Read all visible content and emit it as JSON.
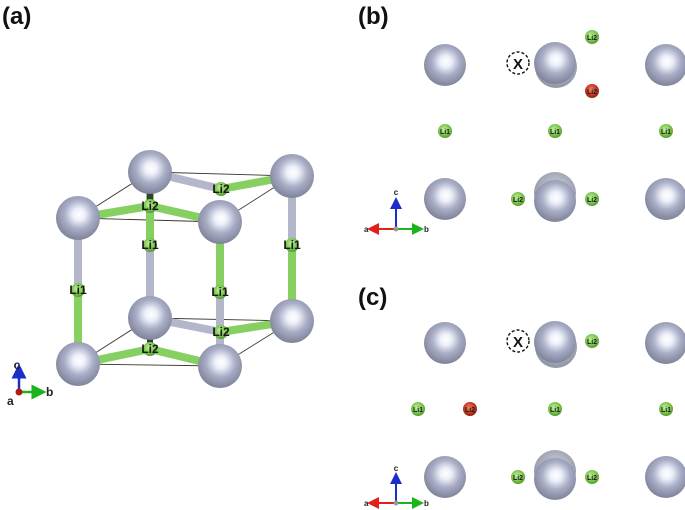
{
  "colors": {
    "host_atom": "#aab0c8",
    "li_atom": "#7ec94f",
    "li_highlight": "#c93a22",
    "bond_grey": "#b3b7c9",
    "bond_green": "#86d062",
    "axis_a": "#e0201a",
    "axis_b": "#1bb51b",
    "axis_c": "#1a2ec8"
  },
  "panels": {
    "a": {
      "label": "(a)",
      "site_labels": {
        "li1_left": "Li1",
        "li1_mid": "Li1",
        "li1_front": "Li1",
        "li1_right": "Li1",
        "li2_top_back": "Li2",
        "li2_top_front": "Li2",
        "li2_bottom_back": "Li2",
        "li2_bottom_front": "Li2"
      },
      "axes": {
        "c": "c",
        "a": "a",
        "b": "b"
      }
    },
    "b": {
      "label": "(b)",
      "vacancy_mark": "X",
      "site_labels": {
        "li2_top_right": "Li2",
        "li2_red": "Li2",
        "li1_left": "Li1",
        "li1_mid": "Li1",
        "li1_right": "Li1",
        "li2_low_left": "Li2",
        "li2_low_right": "Li2"
      },
      "axes": {
        "c": "c",
        "a": "a",
        "b": "b"
      }
    },
    "c": {
      "label": "(c)",
      "vacancy_mark": "X",
      "site_labels": {
        "li2_top_right": "Li2",
        "li1_left": "Li1",
        "li2_red": "Li2",
        "li1_mid": "Li1",
        "li1_right": "Li1",
        "li2_low_left": "Li2",
        "li2_low_right": "Li2"
      },
      "axes": {
        "c": "c",
        "a": "a",
        "b": "b"
      }
    }
  }
}
